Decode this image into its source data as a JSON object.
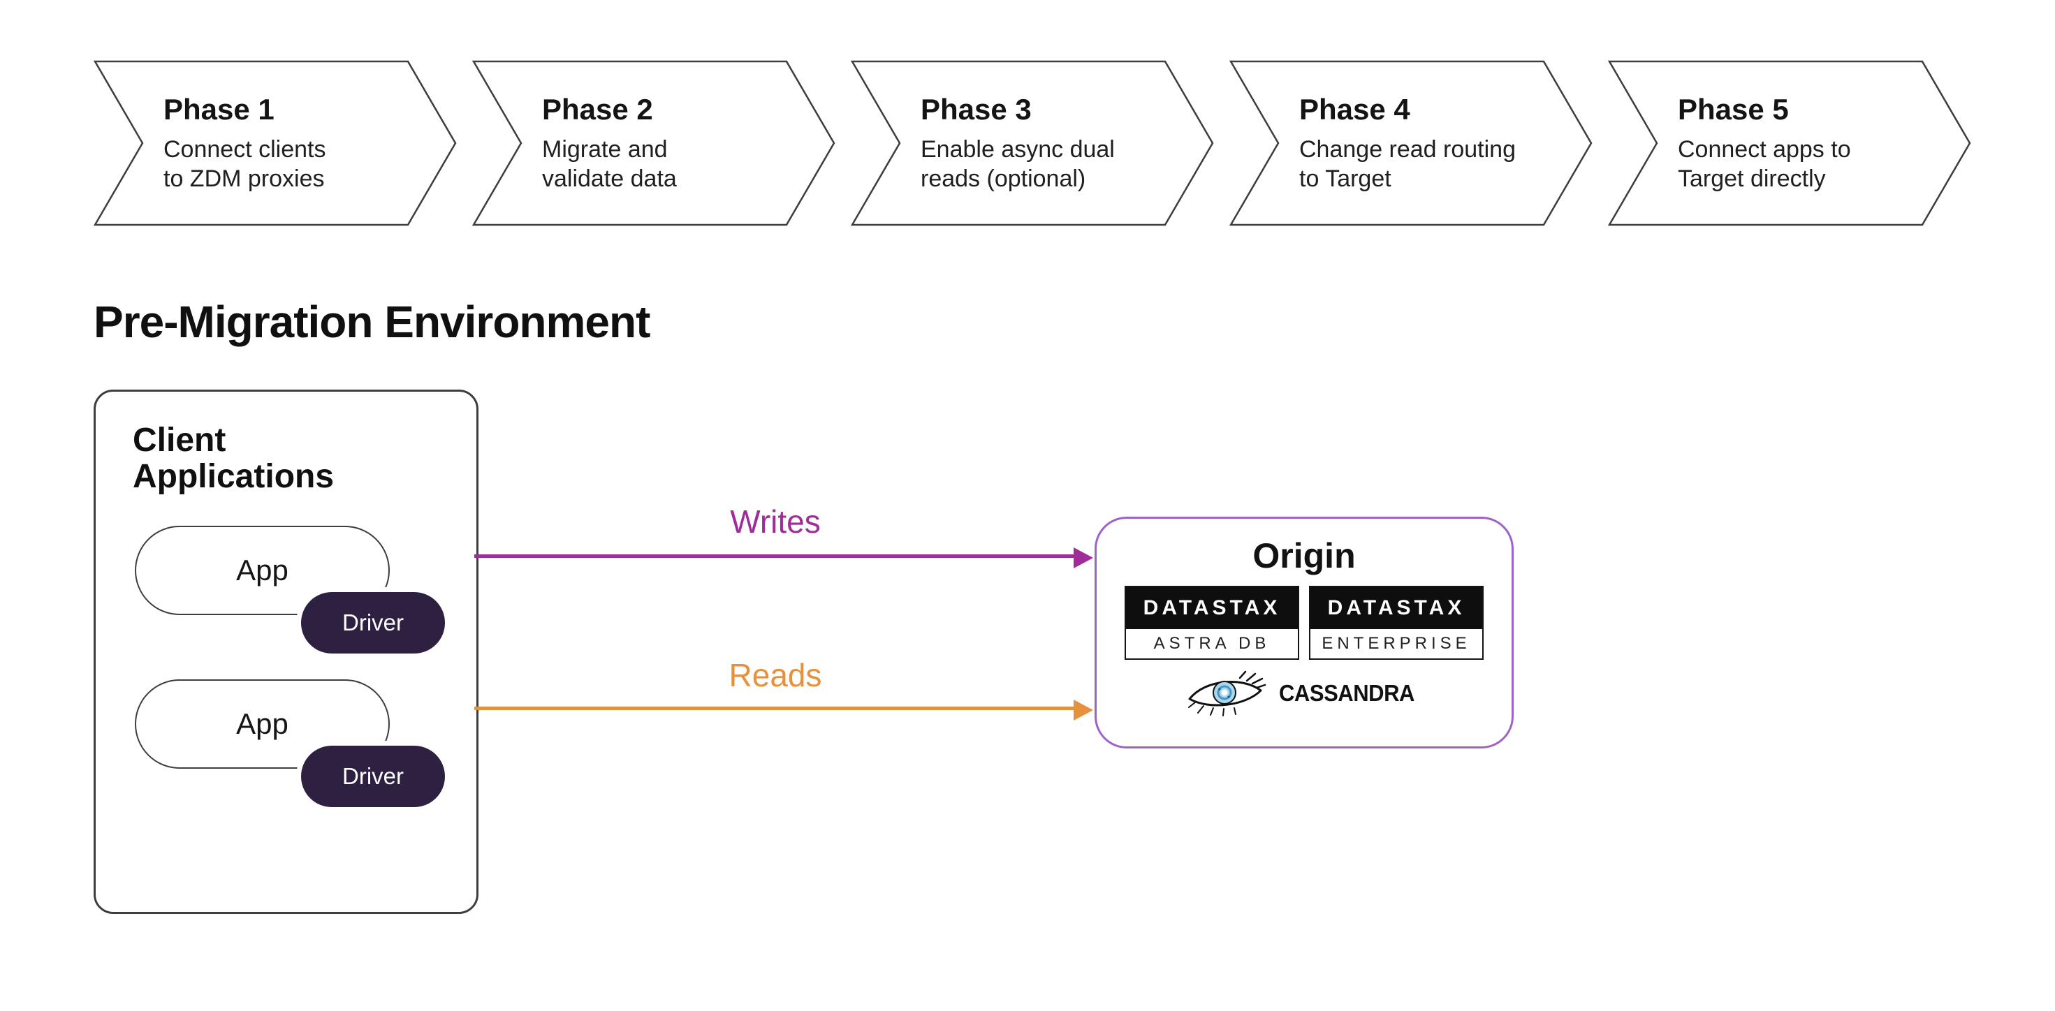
{
  "phases": [
    {
      "title": "Phase 1",
      "desc": "Connect clients\nto ZDM proxies"
    },
    {
      "title": "Phase 2",
      "desc": "Migrate and\nvalidate data"
    },
    {
      "title": "Phase 3",
      "desc": "Enable async dual\nreads (optional)"
    },
    {
      "title": "Phase 4",
      "desc": "Change read routing\nto Target"
    },
    {
      "title": "Phase 5",
      "desc": "Connect apps to\nTarget directly"
    }
  ],
  "section_title": "Pre-Migration Environment",
  "client_box": {
    "title": "Client\nApplications",
    "groups": [
      {
        "app": "App",
        "driver": "Driver"
      },
      {
        "app": "App",
        "driver": "Driver"
      }
    ]
  },
  "flows": {
    "writes_label": "Writes",
    "reads_label": "Reads"
  },
  "origin_box": {
    "title": "Origin",
    "badges": [
      {
        "brand": "DATASTAX",
        "product": "ASTRA DB"
      },
      {
        "brand": "DATASTAX",
        "product": "ENTERPRISE"
      }
    ],
    "cassandra_label": "CASSANDRA"
  },
  "colors": {
    "writes": "#a02c99",
    "reads": "#e6913e",
    "driver_pill": "#2e2040",
    "origin_border": "#9d63c6",
    "stroke": "#3d3d3d"
  }
}
